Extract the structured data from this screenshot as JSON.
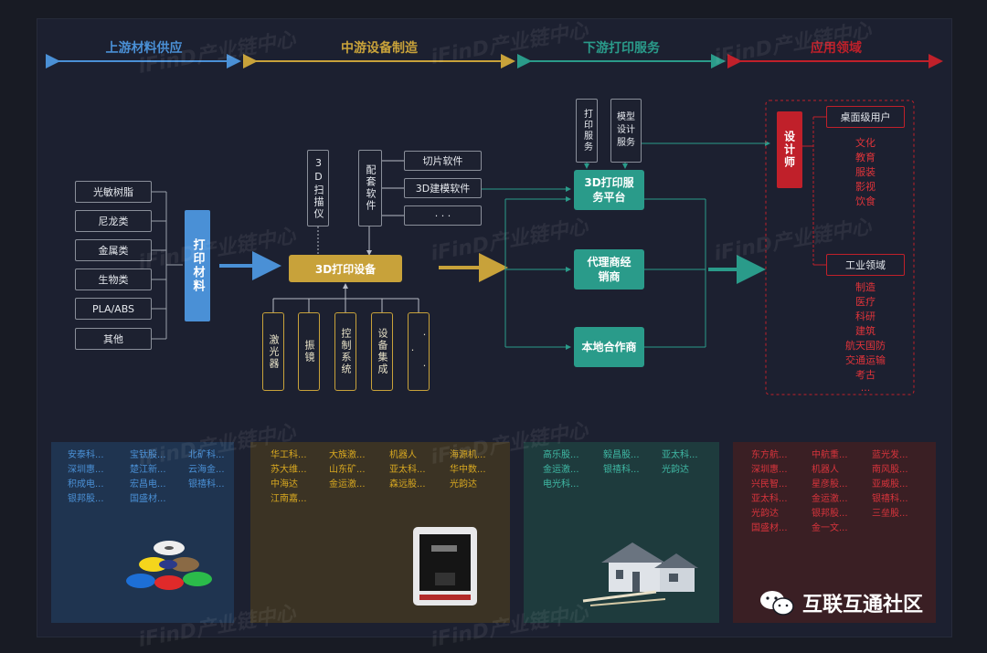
{
  "headers": {
    "upstream": "上游材料供应",
    "midstream": "中游设备制造",
    "downstream": "下游打印服务",
    "application": "应用领域"
  },
  "materials": [
    "光敏树脂",
    "尼龙类",
    "金属类",
    "生物类",
    "PLA/ABS",
    "其他"
  ],
  "print_material": "打印材料",
  "equipment": {
    "main": "3D打印设备",
    "scanner": "3D扫描仪",
    "software": "配套软件",
    "software_items": [
      "切片软件",
      "3D建模软件",
      "· · ·"
    ],
    "components": [
      "激光器",
      "振镜",
      "控制系统",
      "设备集成",
      "· · ·"
    ]
  },
  "services": {
    "print_service": "打印服务",
    "model_service": "模型设计服务",
    "platform": "3D打印服务平台",
    "agent": "代理商经销商",
    "local": "本地合作商"
  },
  "application": {
    "designer": "设计师",
    "desktop_users": "桌面级用户",
    "desktop_fields": [
      "文化",
      "教育",
      "服装",
      "影视",
      "饮食"
    ],
    "industrial": "工业领域",
    "industrial_fields": [
      "制造",
      "医疗",
      "科研",
      "建筑",
      "航天国防",
      "交通运输",
      "考古",
      "..."
    ]
  },
  "panels": {
    "upstream": [
      [
        "安泰科...",
        "宝钛股...",
        "北矿科..."
      ],
      [
        "深圳惠...",
        "楚江新...",
        "云海金..."
      ],
      [
        "积成电...",
        "宏昌电...",
        "银禧科..."
      ],
      [
        "银邦股...",
        "国盛材..."
      ]
    ],
    "midstream": [
      [
        "华工科...",
        "大族激...",
        "机器人",
        "海源机..."
      ],
      [
        "苏大维...",
        "山东矿...",
        "亚太科...",
        "华中数..."
      ],
      [
        "中海达",
        "金运激...",
        "森远股...",
        "光韵达"
      ],
      [
        "江南嘉..."
      ]
    ],
    "downstream": [
      [
        "高乐股...",
        "毅昌股...",
        "亚太科..."
      ],
      [
        "金运激...",
        "银禧科...",
        "光韵达"
      ],
      [
        "电光科..."
      ]
    ],
    "application": [
      [
        "东方航...",
        "中航重...",
        "蓝光发..."
      ],
      [
        "深圳惠...",
        "机器人",
        "南风股..."
      ],
      [
        "兴民智...",
        "星彦股...",
        "亚威股..."
      ],
      [
        "亚太科...",
        "金运激...",
        "银禧科..."
      ],
      [
        "光韵达",
        "银邦股...",
        "三垒股..."
      ],
      [
        "国盛材...",
        "金一文..."
      ]
    ]
  },
  "watermark": "iFinD产业链中心",
  "brand": "互联互通社区",
  "colors": {
    "upstream": "#4a90d6",
    "midstream": "#c8a23a",
    "downstream": "#2a9b8a",
    "application": "#c0202a"
  }
}
